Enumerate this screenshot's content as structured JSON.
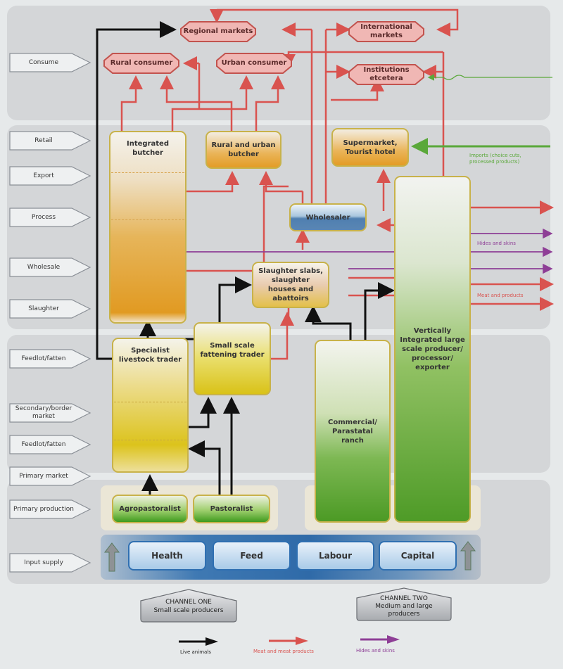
{
  "diagram": {
    "stages": [
      {
        "label": "Consume"
      },
      {
        "label": "Retail"
      },
      {
        "label": "Export"
      },
      {
        "label": "Process"
      },
      {
        "label": "Wholesale"
      },
      {
        "label": "Slaughter"
      },
      {
        "label": "Feedlot/fatten"
      },
      {
        "label": "Secondary/border market"
      },
      {
        "label": "Feedlot/fatten"
      },
      {
        "label": "Primary market"
      },
      {
        "label": "Primary production"
      },
      {
        "label": "Input supply"
      }
    ],
    "markets": {
      "regional": "Regional markets",
      "international": "International markets",
      "rural_consumer": "Rural consumer",
      "urban_consumer": "Urban consumer",
      "institutions": "Institutions etcetera"
    },
    "actors": {
      "integrated_butcher": "Integrated butcher",
      "rural_urban_butcher": "Rural and urban butcher",
      "supermarket": "Supermarket, Tourist hotel",
      "wholesaler": "Wholesaler",
      "slaughter": "Slaughter slabs, slaughter houses and abattoirs",
      "specialist_trader": "Specialist livestock trader",
      "fattening_trader": "Small scale fattening trader",
      "commercial_ranch": "Commercial/ Parastatal ranch",
      "vertical_producer": "Vertically Integrated large scale producer/ processor/ exporter",
      "agropastoralist": "Agropastoralist",
      "pastoralist": "Pastoralist"
    },
    "inputs": [
      "Health",
      "Feed",
      "Labour",
      "Capital"
    ],
    "annotations": {
      "imports": "Imports (choice cuts, processed products)",
      "hides": "Hides and skins",
      "meat": "Meat and products"
    },
    "channels": {
      "one": {
        "title": "CHANNEL ONE",
        "subtitle": "Small scale producers"
      },
      "two": {
        "title": "CHANNEL TWO",
        "subtitle": "Medium and large producers"
      }
    },
    "legend": [
      {
        "label": "Live animals",
        "color": "#111111"
      },
      {
        "label": "Meat and meat products",
        "color": "#d9534f"
      },
      {
        "label": "Hides and skins",
        "color": "#8e3e96"
      }
    ],
    "colors": {
      "meat": "#d9534f",
      "hides": "#8e3e96",
      "live": "#111111",
      "imports": "#5aa83a"
    }
  }
}
